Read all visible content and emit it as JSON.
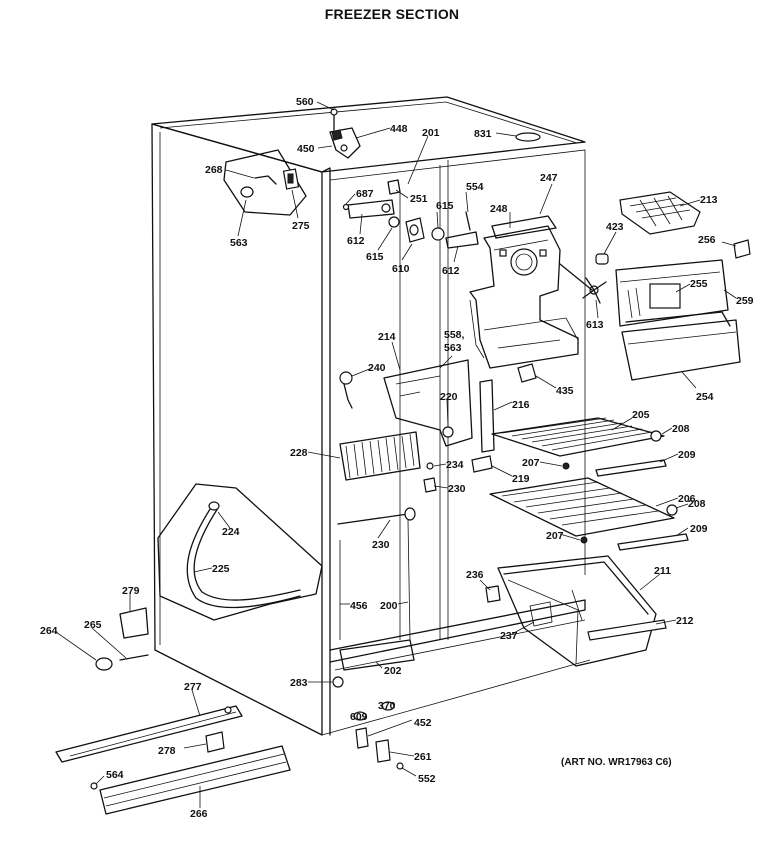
{
  "header": {
    "title": "FREEZER SECTION"
  },
  "footer": {
    "art_number": "(ART NO. WR17963 C6)"
  },
  "callouts": [
    {
      "id": "c560",
      "text": "560"
    },
    {
      "id": "c448",
      "text": "448"
    },
    {
      "id": "c450",
      "text": "450"
    },
    {
      "id": "c201",
      "text": "201"
    },
    {
      "id": "c831",
      "text": "831"
    },
    {
      "id": "c268",
      "text": "268"
    },
    {
      "id": "c275",
      "text": "275"
    },
    {
      "id": "c563a",
      "text": "563"
    },
    {
      "id": "c687",
      "text": "687"
    },
    {
      "id": "c251",
      "text": "251"
    },
    {
      "id": "c554",
      "text": "554"
    },
    {
      "id": "c247",
      "text": "247"
    },
    {
      "id": "c248",
      "text": "248"
    },
    {
      "id": "c615a",
      "text": "615"
    },
    {
      "id": "c612a",
      "text": "612"
    },
    {
      "id": "c615b",
      "text": "615"
    },
    {
      "id": "c610",
      "text": "610"
    },
    {
      "id": "c612b",
      "text": "612"
    },
    {
      "id": "c213",
      "text": "213"
    },
    {
      "id": "c423",
      "text": "423"
    },
    {
      "id": "c256",
      "text": "256"
    },
    {
      "id": "c255",
      "text": "255"
    },
    {
      "id": "c259",
      "text": "259"
    },
    {
      "id": "c613",
      "text": "613"
    },
    {
      "id": "c214",
      "text": "214"
    },
    {
      "id": "c558",
      "text": "558,"
    },
    {
      "id": "c563b",
      "text": "563"
    },
    {
      "id": "c240",
      "text": "240"
    },
    {
      "id": "c435",
      "text": "435"
    },
    {
      "id": "c254",
      "text": "254"
    },
    {
      "id": "c220",
      "text": "220"
    },
    {
      "id": "c216",
      "text": "216"
    },
    {
      "id": "c205",
      "text": "205"
    },
    {
      "id": "c208a",
      "text": "208"
    },
    {
      "id": "c228",
      "text": "228"
    },
    {
      "id": "c234",
      "text": "234"
    },
    {
      "id": "c207a",
      "text": "207"
    },
    {
      "id": "c209a",
      "text": "209"
    },
    {
      "id": "c219",
      "text": "219"
    },
    {
      "id": "c230a",
      "text": "230"
    },
    {
      "id": "c206",
      "text": "206"
    },
    {
      "id": "c208b",
      "text": "208"
    },
    {
      "id": "c224",
      "text": "224"
    },
    {
      "id": "c230b",
      "text": "230"
    },
    {
      "id": "c207b",
      "text": "207"
    },
    {
      "id": "c209b",
      "text": "209"
    },
    {
      "id": "c225",
      "text": "225"
    },
    {
      "id": "c236",
      "text": "236"
    },
    {
      "id": "c211",
      "text": "211"
    },
    {
      "id": "c279",
      "text": "279"
    },
    {
      "id": "c456",
      "text": "456"
    },
    {
      "id": "c200",
      "text": "200"
    },
    {
      "id": "c237",
      "text": "237"
    },
    {
      "id": "c212",
      "text": "212"
    },
    {
      "id": "c264",
      "text": "264"
    },
    {
      "id": "c265",
      "text": "265"
    },
    {
      "id": "c202",
      "text": "202"
    },
    {
      "id": "c283",
      "text": "283"
    },
    {
      "id": "c277",
      "text": "277"
    },
    {
      "id": "c609",
      "text": "609"
    },
    {
      "id": "c370",
      "text": "370"
    },
    {
      "id": "c452",
      "text": "452"
    },
    {
      "id": "c278",
      "text": "278"
    },
    {
      "id": "c261",
      "text": "261"
    },
    {
      "id": "c564",
      "text": "564"
    },
    {
      "id": "c552",
      "text": "552"
    },
    {
      "id": "c266",
      "text": "266"
    }
  ]
}
